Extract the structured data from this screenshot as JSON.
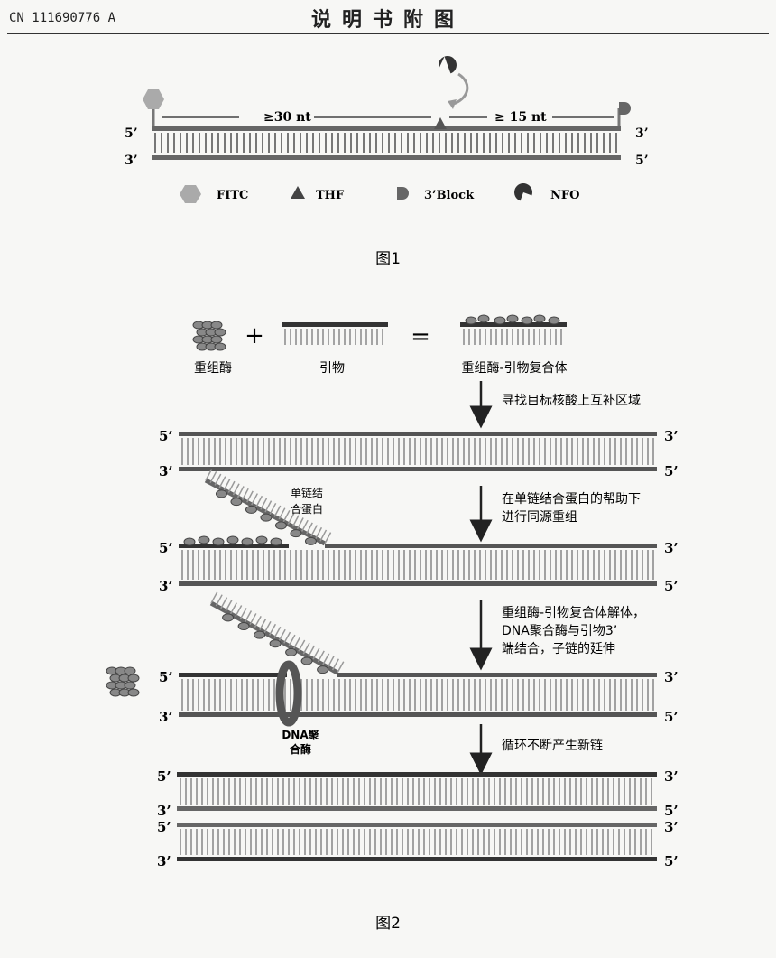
{
  "header": {
    "patent_number": "CN 111690776 A",
    "title": "说明书附图"
  },
  "figure1": {
    "caption": "图1",
    "strand_ends": {
      "top_left": "5’",
      "top_right": "3’",
      "bottom_left": "3’",
      "bottom_right": "5’"
    },
    "labels": {
      "left_length": "≥30 nt",
      "right_length": "≥ 15 nt"
    },
    "legend": [
      {
        "icon": "hexagon",
        "label": "FITC"
      },
      {
        "icon": "triangle",
        "label": "THF"
      },
      {
        "icon": "block",
        "label": "3’Block"
      },
      {
        "icon": "pacman",
        "label": "NFO"
      }
    ]
  },
  "figure2": {
    "caption": "图2",
    "complex": {
      "recombinase": "重组酶",
      "primer": "引物",
      "plus": "+",
      "equals": "=",
      "result": "重组酶-引物复合体"
    },
    "steps": [
      "寻找目标核酸上互补区域",
      "在单链结合蛋白的帮助下进行同源重组",
      "重组酶-引物复合体解体，DNA聚合酶与引物3’端结合，子链的延伸",
      "循环不断产生新链"
    ],
    "ssb_label": "单链结合蛋白",
    "polymerase_label": "DNA聚合酶",
    "end_5": "5’",
    "end_3": "3’"
  }
}
